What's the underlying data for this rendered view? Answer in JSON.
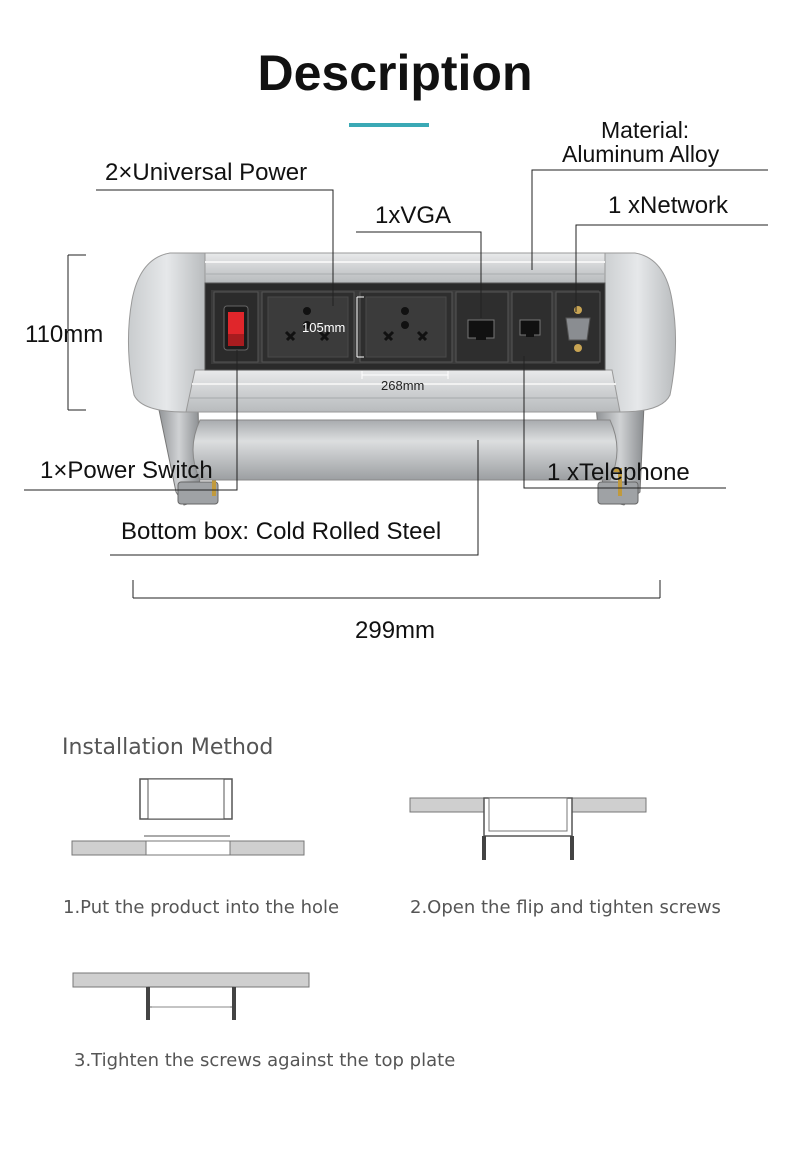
{
  "title": "Description",
  "accent_color": "#3aa9b5",
  "labels": {
    "material_line1": "Material:",
    "material_line2": "Aluminum Alloy",
    "universal_power": "2×Universal Power",
    "vga": "1xVGA",
    "network": "1 xNetwork",
    "height": "110mm",
    "socket_height": "105mm",
    "panel_width": "268mm",
    "power_switch": "1×Power Switch",
    "telephone": "1 xTelephone",
    "bottom_box": "Bottom box: Cold Rolled Steel",
    "total_width": "299mm"
  },
  "installation": {
    "title": "Installation Method",
    "step1": "1.Put the product into the hole",
    "step2": "2.Open the flip and tighten screws",
    "step3": "3.Tighten the screws against the top plate"
  }
}
